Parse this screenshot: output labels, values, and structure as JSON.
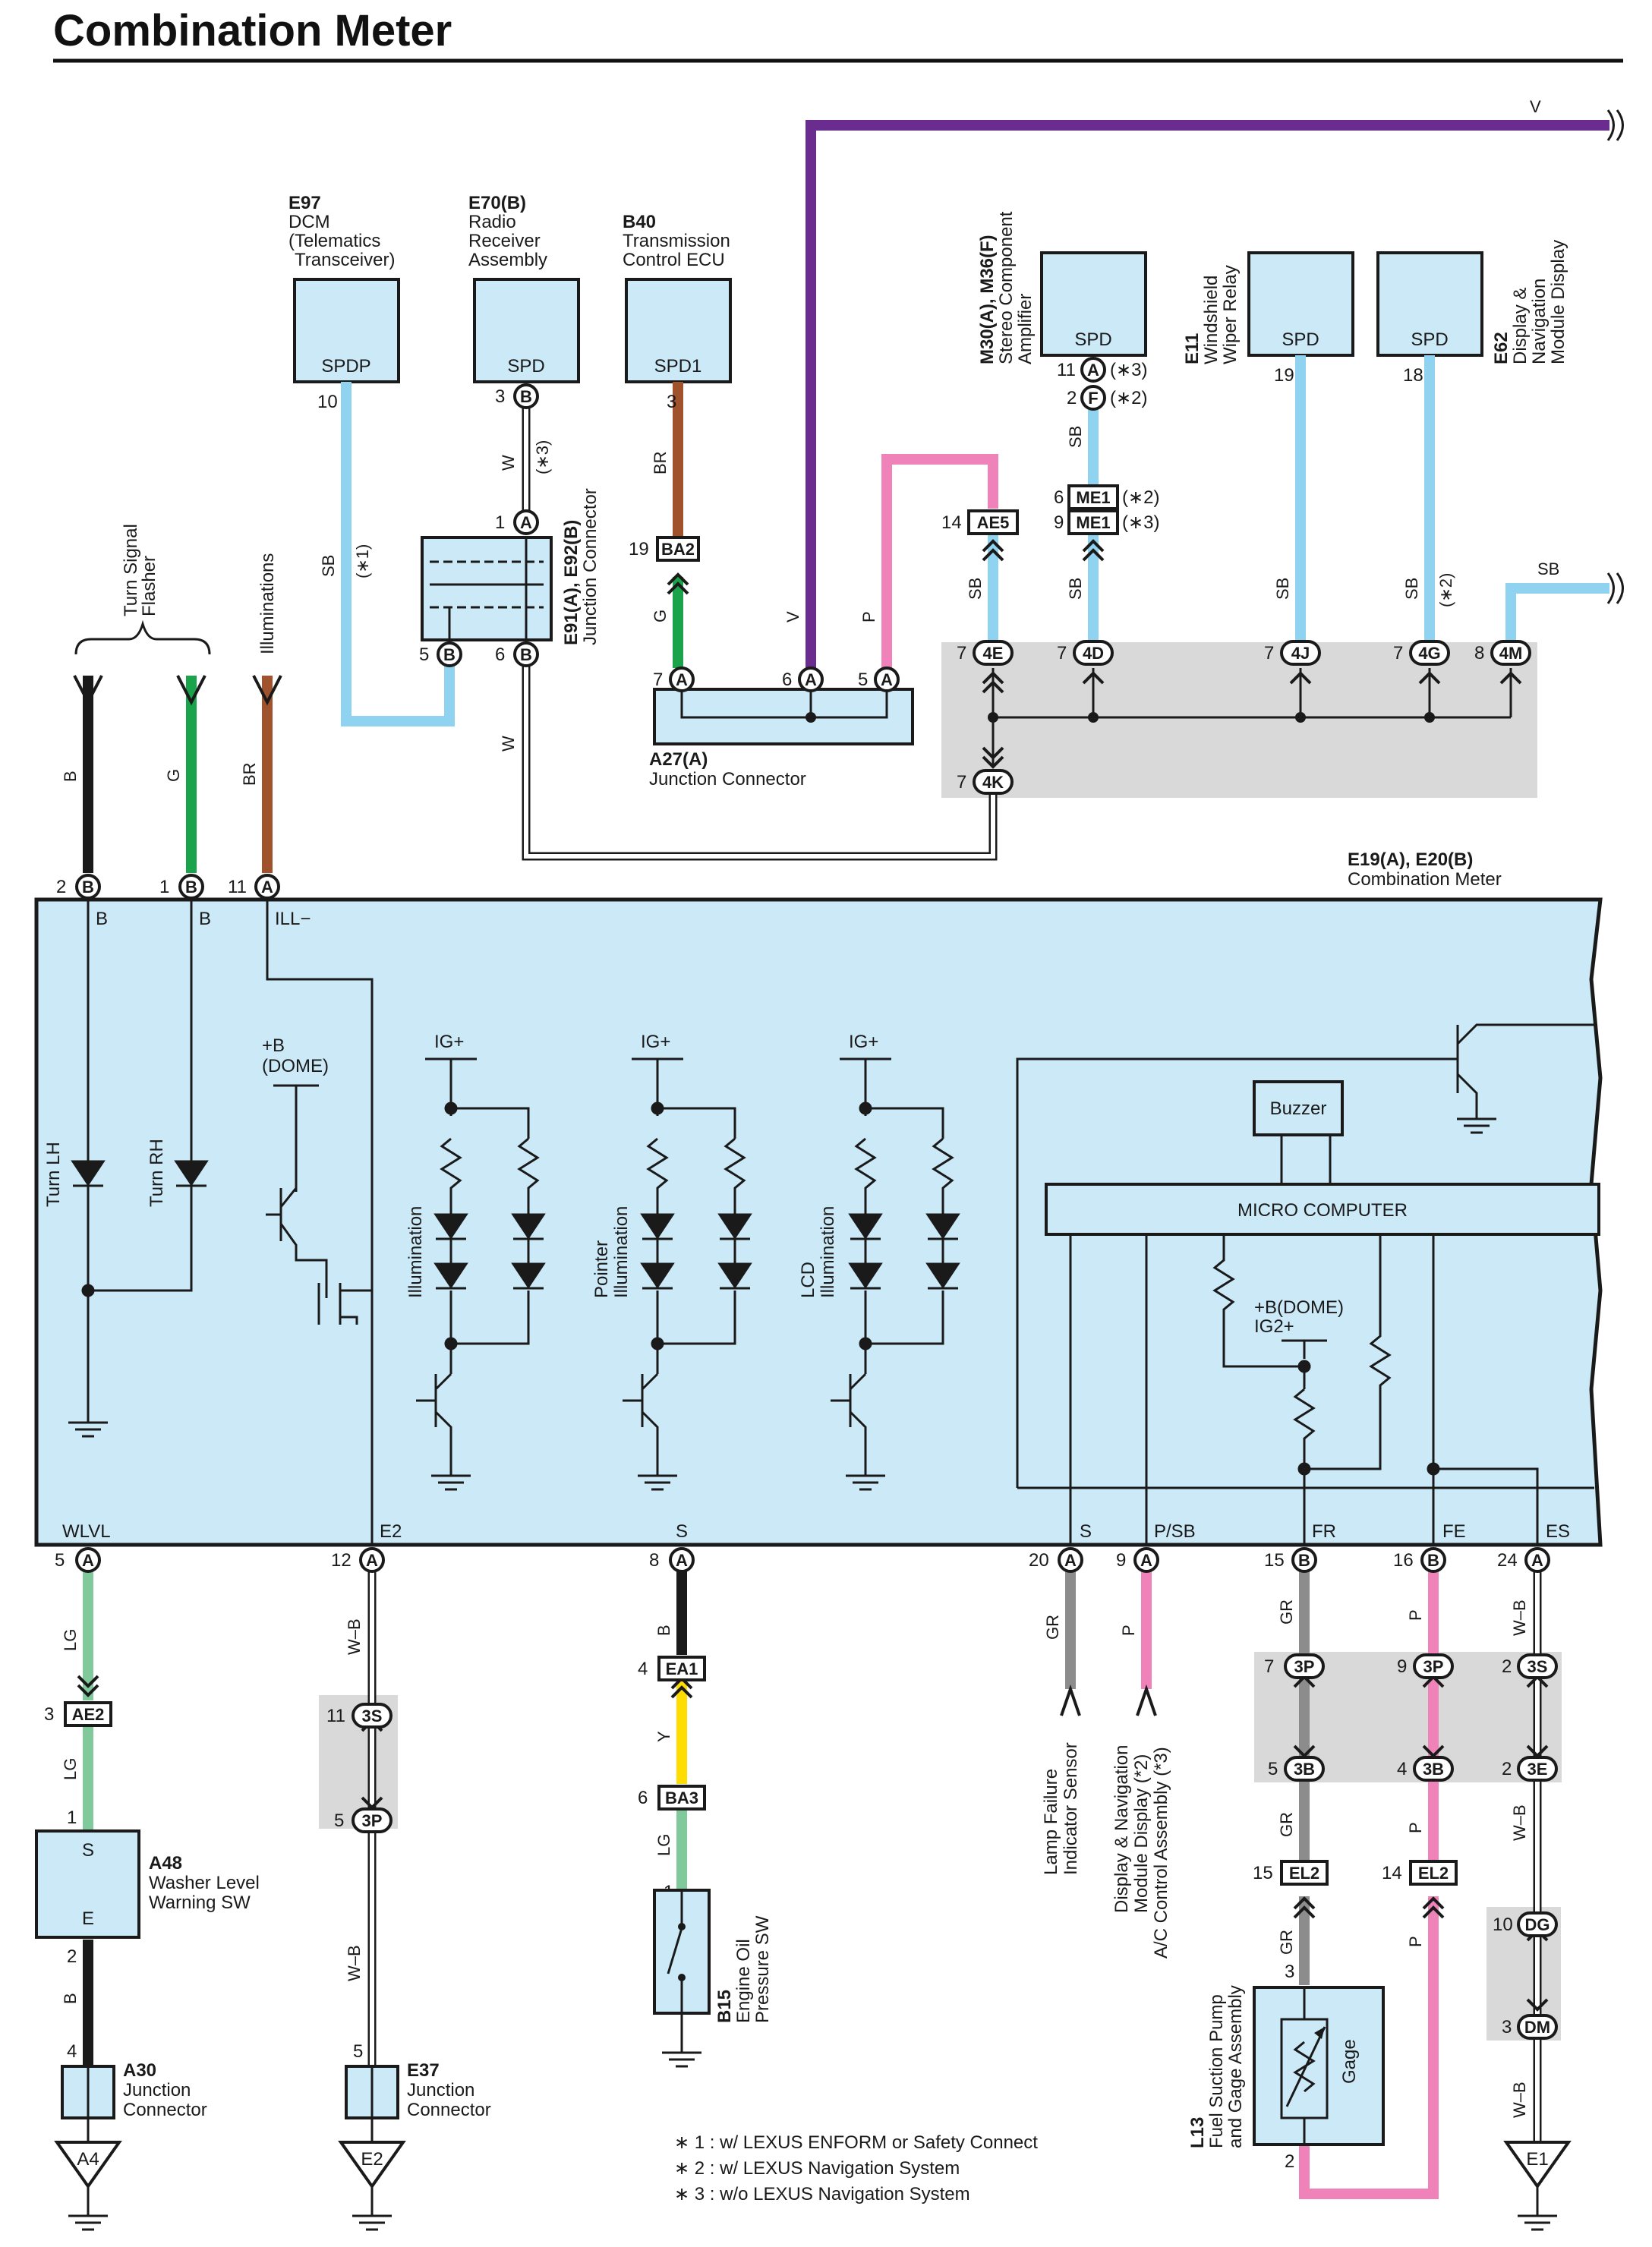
{
  "title": "Combination Meter",
  "colors": {
    "box_fill": "#cce9f7",
    "shade": "#d9d9d9",
    "SB": "#8fd3f0",
    "V": "#6a2d8f",
    "BR": "#a0522d",
    "G": "#1aa34a",
    "P": "#ef82b8",
    "B": "#1a1a1a",
    "LG": "#7fc99a",
    "GR": "#8c8c8c",
    "Y": "#ffdd00",
    "W": "#ffffff"
  },
  "components": {
    "e97": {
      "id": "E97",
      "l1": "DCM",
      "l2": "(Telematics",
      "l3": "Transceiver)",
      "term": "SPDP"
    },
    "e70": {
      "id": "E70(B)",
      "l1": "Radio",
      "l2": "Receiver",
      "l3": "Assembly",
      "term": "SPD"
    },
    "b40": {
      "id": "B40",
      "l1": "Transmission",
      "l2": "Control ECU",
      "term": "SPD1"
    },
    "m30": {
      "id": "M30(A), M36(F)",
      "l1": "Stereo Component",
      "l2": "Amplifier",
      "term": "SPD"
    },
    "e11": {
      "id": "E11",
      "l1": "Windshield",
      "l2": "Wiper Relay",
      "term": "SPD"
    },
    "e62": {
      "id": "E62",
      "l1": "Display &",
      "l2": "Navigation",
      "l3": "Module Display",
      "term": "SPD"
    },
    "e91": {
      "id": "E91(A), E92(B)",
      "l1": "Junction Connector"
    },
    "a27": {
      "id": "A27(A)",
      "l1": "Junction Connector"
    },
    "meter": {
      "id": "E19(A), E20(B)",
      "l1": "Combination Meter"
    },
    "a48": {
      "id": "A48",
      "l1": "Washer Level",
      "l2": "Warning SW",
      "s": "S",
      "e": "E"
    },
    "a30": {
      "id": "A30",
      "l1": "Junction",
      "l2": "Connector"
    },
    "e37": {
      "id": "E37",
      "l1": "Junction",
      "l2": "Connector"
    },
    "b15": {
      "id": "B15",
      "l1": "Engine Oil",
      "l2": "Pressure SW"
    },
    "l13": {
      "id": "L13",
      "l1": "Fuel Suction Pump",
      "l2": "and Gage Assembly",
      "gage": "Gage"
    },
    "turn_signal": {
      "l1": "Turn Signal",
      "l2": "Flasher"
    },
    "illuminations": "Illuminations",
    "lamp_failure": {
      "l1": "Lamp Failure",
      "l2": "Indicator Sensor"
    },
    "display_nav": {
      "l1": "Display & Navigation",
      "l2": "Module Display (*2)",
      "l3": "A/C Control Assembly (*3)"
    }
  },
  "meter_internal": {
    "pins_top": [
      "B",
      "B",
      "ILL−"
    ],
    "pins_bottom": [
      "WLVL",
      "E2",
      "S",
      "S",
      "P/SB",
      "FR",
      "FE",
      "ES"
    ],
    "dome": "+B",
    "dome2": "(DOME)",
    "ig": "IG+",
    "turn_lh": "Turn LH",
    "turn_rh": "Turn RH",
    "illum": "Illumination",
    "pointer1": "Pointer",
    "pointer2": "Illumination",
    "lcd1": "LCD",
    "lcd2": "Illumination",
    "buzzer": "Buzzer",
    "micro": "MICRO COMPUTER",
    "bdome": "+B(DOME)",
    "ig2": "IG2+"
  },
  "connectors": {
    "AE5": "AE5",
    "BA2": "BA2",
    "ME1": "ME1",
    "AE2": "AE2",
    "EA1": "EA1",
    "BA3": "BA3",
    "EL2": "EL2"
  },
  "pins": {
    "p10": "10",
    "p3": "3",
    "p1": "1",
    "p5": "5",
    "p6": "6",
    "p19": "19",
    "p7": "7",
    "p14": "14",
    "p11": "11",
    "p2": "2",
    "p9": "9",
    "p18": "18",
    "p8": "8",
    "p12": "12",
    "p20": "20",
    "p15": "15",
    "p16": "16",
    "p24": "24",
    "p4": "4",
    "p10b": "10",
    "cA": "A",
    "cB": "B",
    "cF": "F",
    "c4E": "4E",
    "c4D": "4D",
    "c4J": "4J",
    "c4G": "4G",
    "c4M": "4M",
    "c4K": "4K",
    "c3S": "3S",
    "c3P": "3P",
    "c3B": "3B",
    "c3E": "3E",
    "cDG": "DG",
    "cDM": "DM"
  },
  "wire_labels": {
    "SB": "SB",
    "W": "W",
    "BR": "BR",
    "G": "G",
    "V": "V",
    "P": "P",
    "B": "B",
    "LG": "LG",
    "WB": "W–B",
    "GR": "GR",
    "Y": "Y",
    "s1": "(∗1)",
    "s2": "(∗2)",
    "s3": "(∗3)"
  },
  "grounds": {
    "A4": "A4",
    "E2": "E2",
    "E1": "E1"
  },
  "notes": [
    "∗ 1 : w/ LEXUS ENFORM or Safety Connect",
    "∗ 2 : w/ LEXUS Navigation System",
    "∗ 3 : w/o LEXUS Navigation System"
  ]
}
